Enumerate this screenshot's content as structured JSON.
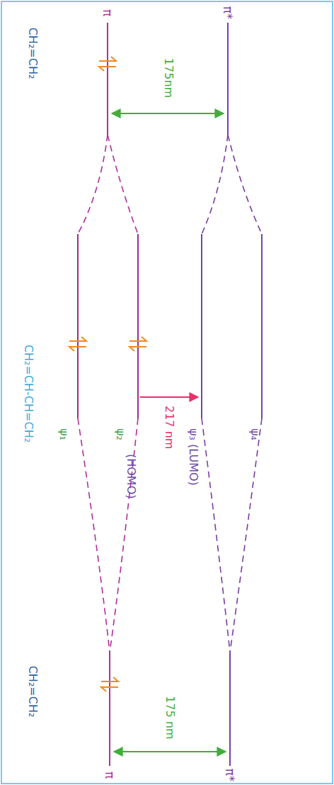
{
  "diagram": {
    "labels": [
      "π*",
      "π",
      "175nm",
      "CH₂=CH₂",
      "ψ₄",
      "ψ₃ (LUMO)",
      "217 nm",
      "(HOMO)",
      "ψ₂",
      "ψ₁",
      "CH₂=CH-CH=CH₂",
      "π*",
      "π",
      "175 nm",
      "CH₂=CH₂"
    ]
  }
}
